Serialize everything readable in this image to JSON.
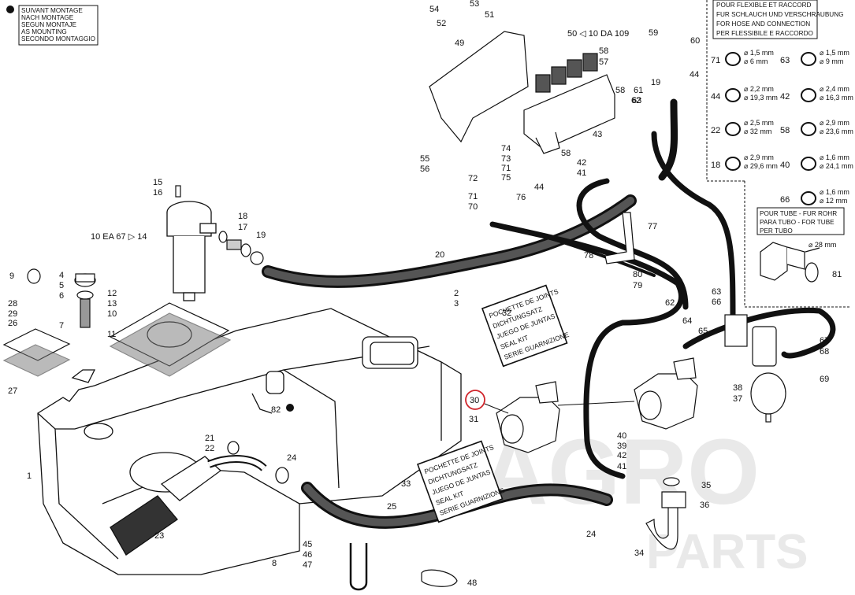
{
  "mounting_legend": [
    "SUIVANT MONTAGE",
    "NACH MONTAGE",
    "SEGUN MONTAJE",
    "AS MOUNTING",
    "SECONDO MONTAGGIO"
  ],
  "hose_legend": {
    "title": [
      "POUR FLEXIBLE ET RACCORD",
      "FUR SCHLAUCH UND VERSCHRAUBUNG",
      "FOR HOSE AND CONNECTION",
      "PER FLESSIBILE E RACCORDO"
    ],
    "rows": [
      {
        "left": {
          "ref": "71",
          "d1": "⌀ 1,5 mm",
          "d2": "⌀ 6 mm"
        },
        "right": {
          "ref": "63",
          "d1": "⌀ 1,5 mm",
          "d2": "⌀ 9 mm"
        }
      },
      {
        "left": {
          "ref": "44",
          "d1": "⌀ 2,2 mm",
          "d2": "⌀ 19,3 mm"
        },
        "right": {
          "ref": "42",
          "d1": "⌀ 2,4 mm",
          "d2": "⌀ 16,3 mm"
        }
      },
      {
        "left": {
          "ref": "22",
          "d1": "⌀ 2,5 mm",
          "d2": "⌀ 32 mm"
        },
        "right": {
          "ref": "58",
          "d1": "⌀ 2,9 mm",
          "d2": "⌀ 23,6 mm"
        }
      },
      {
        "left": {
          "ref": "18",
          "d1": "⌀ 2,9 mm",
          "d2": "⌀ 29,6 mm"
        },
        "right": {
          "ref": "40",
          "d1": "⌀ 1,6 mm",
          "d2": "⌀ 24,1 mm"
        }
      },
      {
        "left": null,
        "right": {
          "ref": "66",
          "d1": "⌀ 1,6 mm",
          "d2": "⌀ 12 mm"
        }
      }
    ]
  },
  "tube_legend": {
    "title": [
      "POUR TUBE - FUR ROHR",
      "PARA TUBO - FOR TUBE",
      "PER TUBO"
    ],
    "dia": "⌀ 28 mm",
    "ref": "81"
  },
  "seal_kit_lines": [
    "POCHETTE DE JOINTS",
    "DICHTUNGSATZ",
    "JUEGO DE JUNTAS",
    "SEAL KIT",
    "SERIE GUARNIZIONE"
  ],
  "references": {
    "valve": "50 ◁ 10 DA 109",
    "filter": "10 EA 67 ▷ 14"
  },
  "highlighted_part": "30",
  "callouts": [
    {
      "id": "c1",
      "t": "1"
    },
    {
      "id": "c4",
      "t": "4"
    },
    {
      "id": "c5",
      "t": "5"
    },
    {
      "id": "c6",
      "t": "6"
    },
    {
      "id": "c7",
      "t": "7"
    },
    {
      "id": "c8",
      "t": "8"
    },
    {
      "id": "c9",
      "t": "9"
    },
    {
      "id": "c10",
      "t": "10"
    },
    {
      "id": "c11",
      "t": "11"
    },
    {
      "id": "c12",
      "t": "12"
    },
    {
      "id": "c13",
      "t": "13"
    },
    {
      "id": "c15",
      "t": "15"
    },
    {
      "id": "c16",
      "t": "16"
    },
    {
      "id": "c17",
      "t": "17"
    },
    {
      "id": "c18",
      "t": "18"
    },
    {
      "id": "c19a",
      "t": "19"
    },
    {
      "id": "c19b",
      "t": "19"
    },
    {
      "id": "c20",
      "t": "20"
    },
    {
      "id": "c21",
      "t": "21"
    },
    {
      "id": "c22",
      "t": "22"
    },
    {
      "id": "c23",
      "t": "23"
    },
    {
      "id": "c24a",
      "t": "24"
    },
    {
      "id": "c24b",
      "t": "24"
    },
    {
      "id": "c25",
      "t": "25"
    },
    {
      "id": "c26",
      "t": "26"
    },
    {
      "id": "c27",
      "t": "27"
    },
    {
      "id": "c28",
      "t": "28"
    },
    {
      "id": "c29",
      "t": "29"
    },
    {
      "id": "c2",
      "t": "2"
    },
    {
      "id": "c3",
      "t": "3"
    },
    {
      "id": "c31",
      "t": "31"
    },
    {
      "id": "c32",
      "t": "32"
    },
    {
      "id": "c33",
      "t": "33"
    },
    {
      "id": "c34",
      "t": "34"
    },
    {
      "id": "c35",
      "t": "35"
    },
    {
      "id": "c36",
      "t": "36"
    },
    {
      "id": "c37",
      "t": "37"
    },
    {
      "id": "c38",
      "t": "38"
    },
    {
      "id": "c39",
      "t": "39"
    },
    {
      "id": "c40",
      "t": "40"
    },
    {
      "id": "c41a",
      "t": "41"
    },
    {
      "id": "c41b",
      "t": "41"
    },
    {
      "id": "c42a",
      "t": "42"
    },
    {
      "id": "c42b",
      "t": "42"
    },
    {
      "id": "c43",
      "t": "43"
    },
    {
      "id": "c44a",
      "t": "44"
    },
    {
      "id": "c44b",
      "t": "44"
    },
    {
      "id": "c45",
      "t": "45"
    },
    {
      "id": "c46",
      "t": "46"
    },
    {
      "id": "c47",
      "t": "47"
    },
    {
      "id": "c48",
      "t": "48"
    },
    {
      "id": "c49",
      "t": "49"
    },
    {
      "id": "c51",
      "t": "51"
    },
    {
      "id": "c52",
      "t": "52"
    },
    {
      "id": "c53",
      "t": "53"
    },
    {
      "id": "c54",
      "t": "54"
    },
    {
      "id": "c55",
      "t": "55"
    },
    {
      "id": "c56",
      "t": "56"
    },
    {
      "id": "c57",
      "t": "57"
    },
    {
      "id": "c58a",
      "t": "58"
    },
    {
      "id": "c58b",
      "t": "58"
    },
    {
      "id": "c58c",
      "t": "58"
    },
    {
      "id": "c59",
      "t": "59"
    },
    {
      "id": "c60",
      "t": "60"
    },
    {
      "id": "c61",
      "t": "61"
    },
    {
      "id": "c62a",
      "t": "62"
    },
    {
      "id": "c63a",
      "t": "63"
    },
    {
      "id": "c63b",
      "t": "63"
    },
    {
      "id": "c64",
      "t": "64"
    },
    {
      "id": "c65",
      "t": "65"
    },
    {
      "id": "c66",
      "t": "66"
    },
    {
      "id": "c67",
      "t": "67"
    },
    {
      "id": "c68",
      "t": "68"
    },
    {
      "id": "c69",
      "t": "69"
    },
    {
      "id": "c70",
      "t": "70"
    },
    {
      "id": "c71a",
      "t": "71"
    },
    {
      "id": "c71b",
      "t": "71"
    },
    {
      "id": "c72",
      "t": "72"
    },
    {
      "id": "c73",
      "t": "73"
    },
    {
      "id": "c74",
      "t": "74"
    },
    {
      "id": "c75",
      "t": "75"
    },
    {
      "id": "c76",
      "t": "76"
    },
    {
      "id": "c77",
      "t": "77"
    },
    {
      "id": "c78",
      "t": "78"
    },
    {
      "id": "c79",
      "t": "79"
    },
    {
      "id": "c80",
      "t": "80"
    },
    {
      "id": "c82",
      "t": "82"
    },
    {
      "id": "c62b",
      "t": "62"
    }
  ],
  "watermark": [
    "AGRO",
    "PARTS"
  ],
  "colors": {
    "ink": "#111111",
    "highlight": "#d0252b",
    "watermark": "#e9e9e9"
  }
}
